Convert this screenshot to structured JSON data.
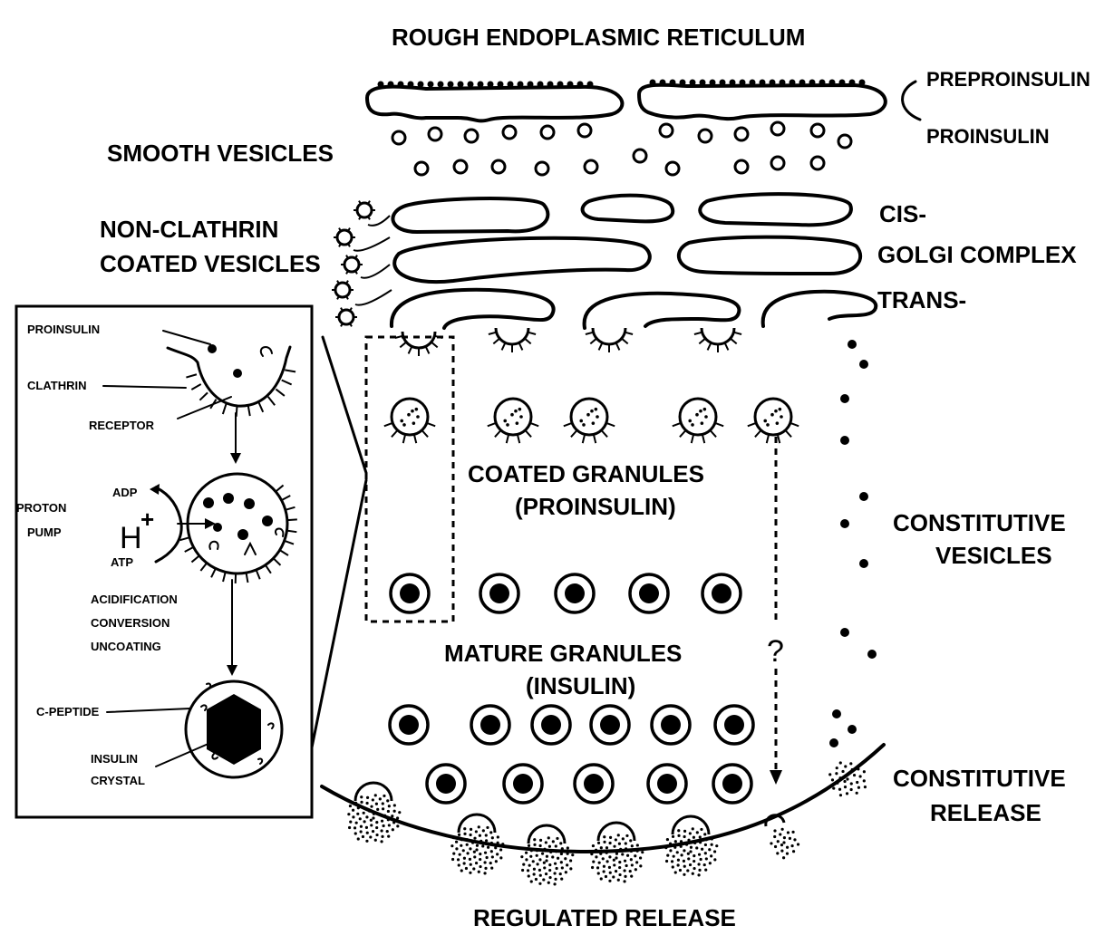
{
  "labels": {
    "rer": "ROUGH ENDOPLASMIC RETICULUM",
    "preproinsulin": "PREPROINSULIN",
    "proinsulin_right": "PROINSULIN",
    "smooth_vesicles": "SMOOTH VESICLES",
    "non_clathrin_1": "NON-CLATHRIN",
    "non_clathrin_2": "COATED VESICLES",
    "cis": "CIS-",
    "golgi": "GOLGI COMPLEX",
    "trans": "TRANS-",
    "coated_granules_1": "COATED GRANULES",
    "coated_granules_2": "(PROINSULIN)",
    "constitutive_vesicles_1": "CONSTITUTIVE",
    "constitutive_vesicles_2": "VESICLES",
    "question": "?",
    "mature_granules_1": "MATURE GRANULES",
    "mature_granules_2": "(INSULIN)",
    "constitutive_release_1": "CONSTITUTIVE",
    "constitutive_release_2": "RELEASE",
    "regulated_release": "REGULATED RELEASE"
  },
  "inset": {
    "proinsulin": "PROINSULIN",
    "clathrin": "CLATHRIN",
    "receptor": "RECEPTOR",
    "proton": "PROTON",
    "pump": "PUMP",
    "adp": "ADP",
    "h": "H",
    "plus": "+",
    "atp": "ATP",
    "acidification": "ACIDIFICATION",
    "conversion": "CONVERSION",
    "uncoating": "UNCOATING",
    "c_peptide": "C-PEPTIDE",
    "insulin": "INSULIN",
    "crystal": "CRYSTAL"
  }
}
